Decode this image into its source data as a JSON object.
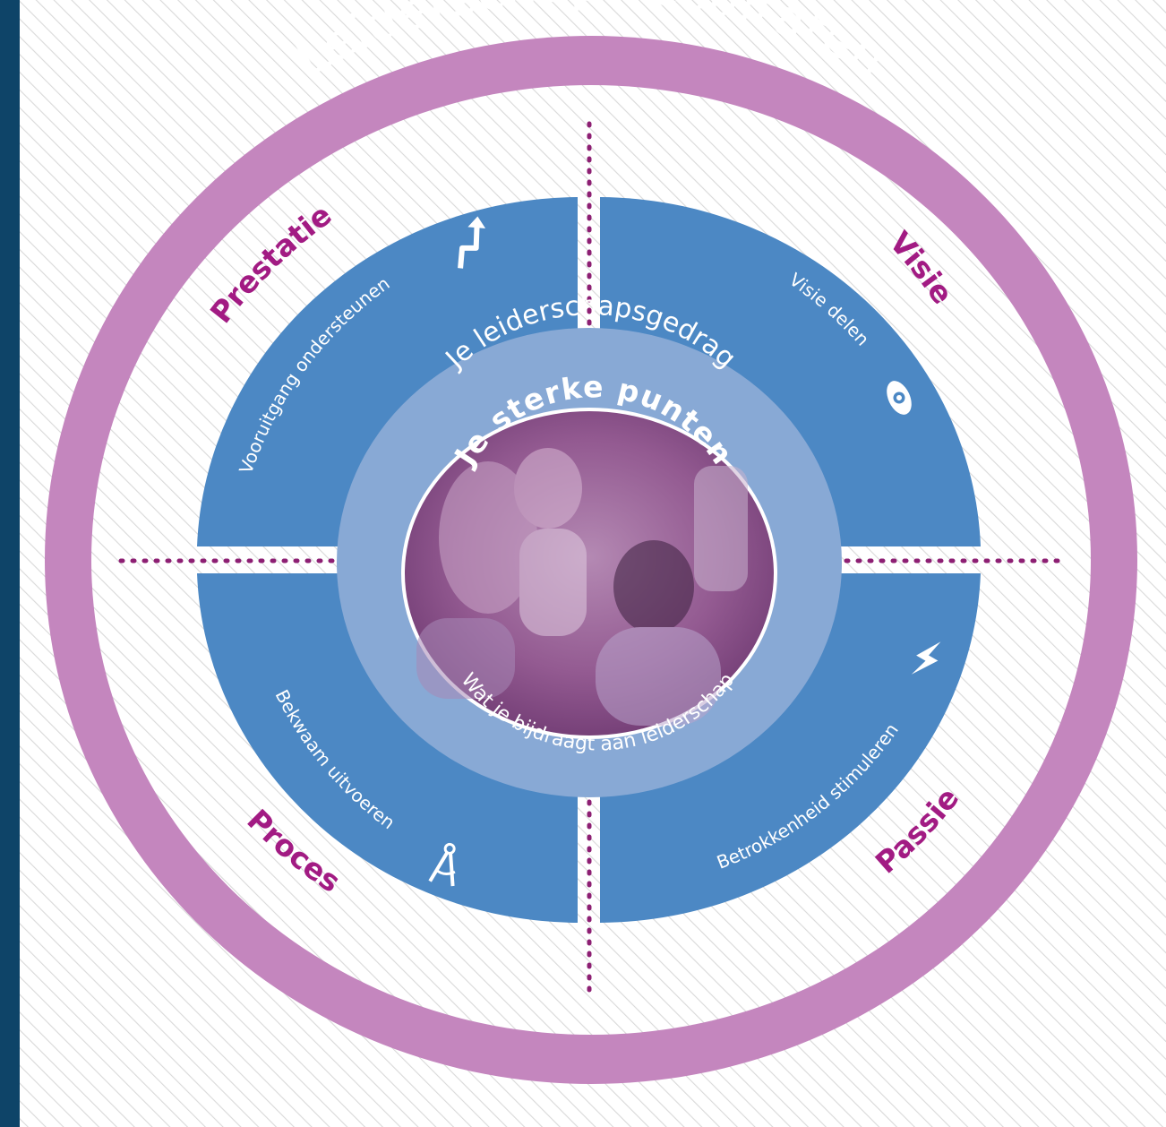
{
  "outer_ring": {
    "label": "Leiderschapsresultaten"
  },
  "quadrants": {
    "top_left": {
      "title": "Prestatie",
      "subtitle": "Vooruitgang ondersteunen",
      "icon": "trend-arrow-icon"
    },
    "top_right": {
      "title": "Visie",
      "subtitle": "Visie delen",
      "icon": "eye-icon"
    },
    "bottom_left": {
      "title": "Proces",
      "subtitle": "Bekwaam uitvoeren",
      "icon": "compass-icon"
    },
    "bottom_right": {
      "title": "Passie",
      "subtitle": "Betrokkenheid stimuleren",
      "icon": "lightning-icon"
    }
  },
  "middle_ring": {
    "label": "Je leiderschapsgedrag"
  },
  "core": {
    "title": "Je sterke punten",
    "subtitle": "Wat je bijdraagt aan leiderschap",
    "image": "team-photo"
  },
  "colors": {
    "sidebar": "#0e4468",
    "outer_ring": "#c486be",
    "quadrant_blue": "#4c88c4",
    "middle_ring": "#88a9d5",
    "core_purple": "#8f4f8a",
    "title_magenta": "#a21b83",
    "dots": "#8d1f73",
    "stripe": "#d9d9d9"
  }
}
